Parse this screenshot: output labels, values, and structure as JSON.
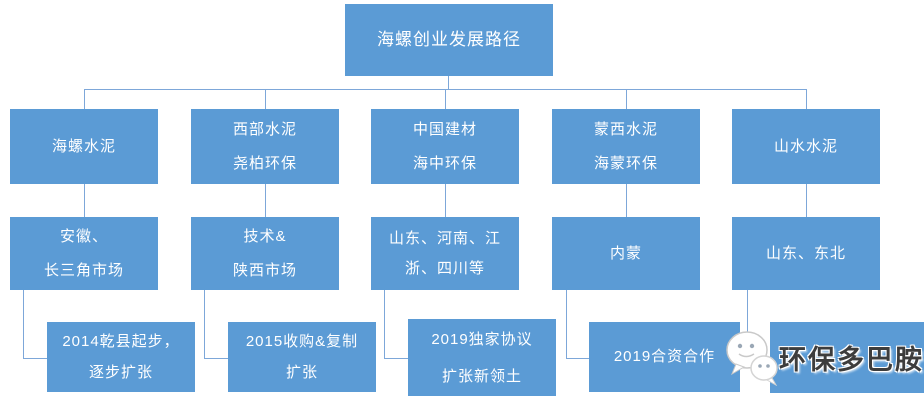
{
  "colors": {
    "node_fill": "#5B9BD5",
    "node_text": "#ffffff",
    "connector": "#7da7d9",
    "watermark_text_color": "#3d3d3d"
  },
  "root": {
    "label": "海螺创业发展路径"
  },
  "columns": [
    {
      "partner_line1": "海螺水泥",
      "market_line1": "安徽、",
      "market_line2": "长三角市场",
      "milestone_line1": "2014乾县起步，",
      "milestone_line2": "逐步扩张"
    },
    {
      "partner_line1": "西部水泥",
      "partner_line2": "尧柏环保",
      "market_line1": "技术&",
      "market_line2": "陕西市场",
      "milestone_line1": "2015收购&复制",
      "milestone_line2": "扩张"
    },
    {
      "partner_line1": "中国建材",
      "partner_line2": "海中环保",
      "market_line1": "山东、河南、江",
      "market_line2": "浙、四川等",
      "milestone_line1": "2019独家协议",
      "milestone_line2": "扩张新领土"
    },
    {
      "partner_line1": "蒙西水泥",
      "partner_line2": "海蒙环保",
      "market_line1": "内蒙",
      "milestone_line1": "2019合资合作"
    },
    {
      "partner_line1": "山水水泥",
      "market_line1": "山东、东北"
    }
  ],
  "watermark": {
    "text": "环保多巴胺",
    "logo": "chat-bubbles-logo"
  }
}
